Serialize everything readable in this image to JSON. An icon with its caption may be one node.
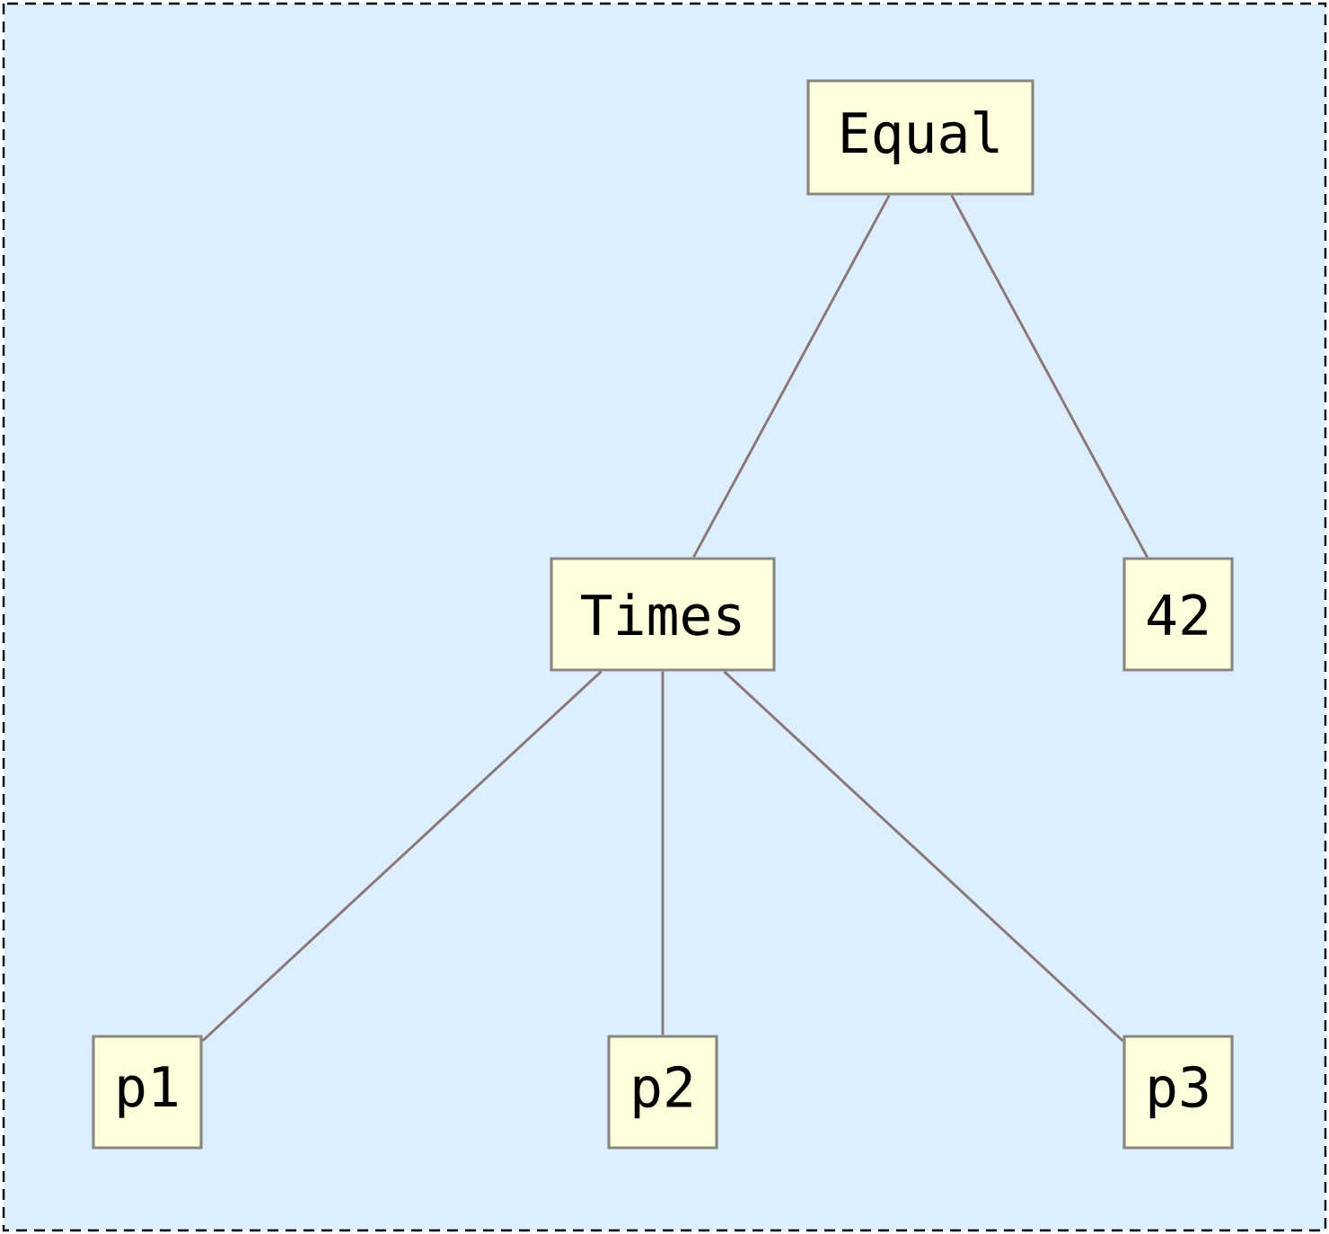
{
  "diagram": {
    "nodes": [
      {
        "text": [
          "Equal"
        ]
      },
      {
        "text": [
          "Times"
        ]
      },
      {
        "text": [
          "42"
        ]
      },
      {
        "text": [
          "p1"
        ]
      },
      {
        "text": [
          "p2"
        ]
      },
      {
        "text": [
          "p3"
        ]
      }
    ],
    "edges": [
      {
        "from": 0,
        "to": 1,
        "arrow": "none"
      },
      {
        "from": 0,
        "to": 2,
        "arrow": "none"
      },
      {
        "from": 1,
        "to": 3,
        "arrow": "none"
      },
      {
        "from": 1,
        "to": 4,
        "arrow": "none"
      },
      {
        "from": 1,
        "to": 5,
        "arrow": "none"
      }
    ]
  }
}
